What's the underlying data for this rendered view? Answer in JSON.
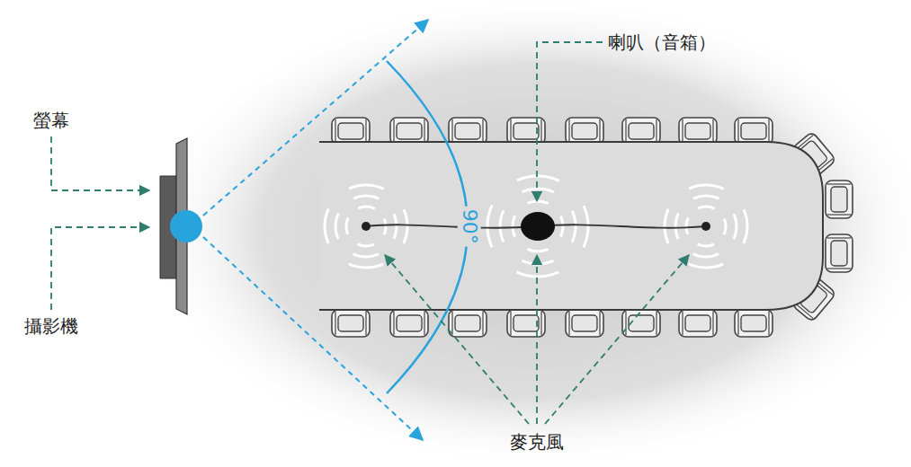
{
  "diagram": {
    "labels": [
      "螢幕",
      "攝影機",
      "喇叭（音箱）",
      "麥克風",
      "90°"
    ]
  }
}
